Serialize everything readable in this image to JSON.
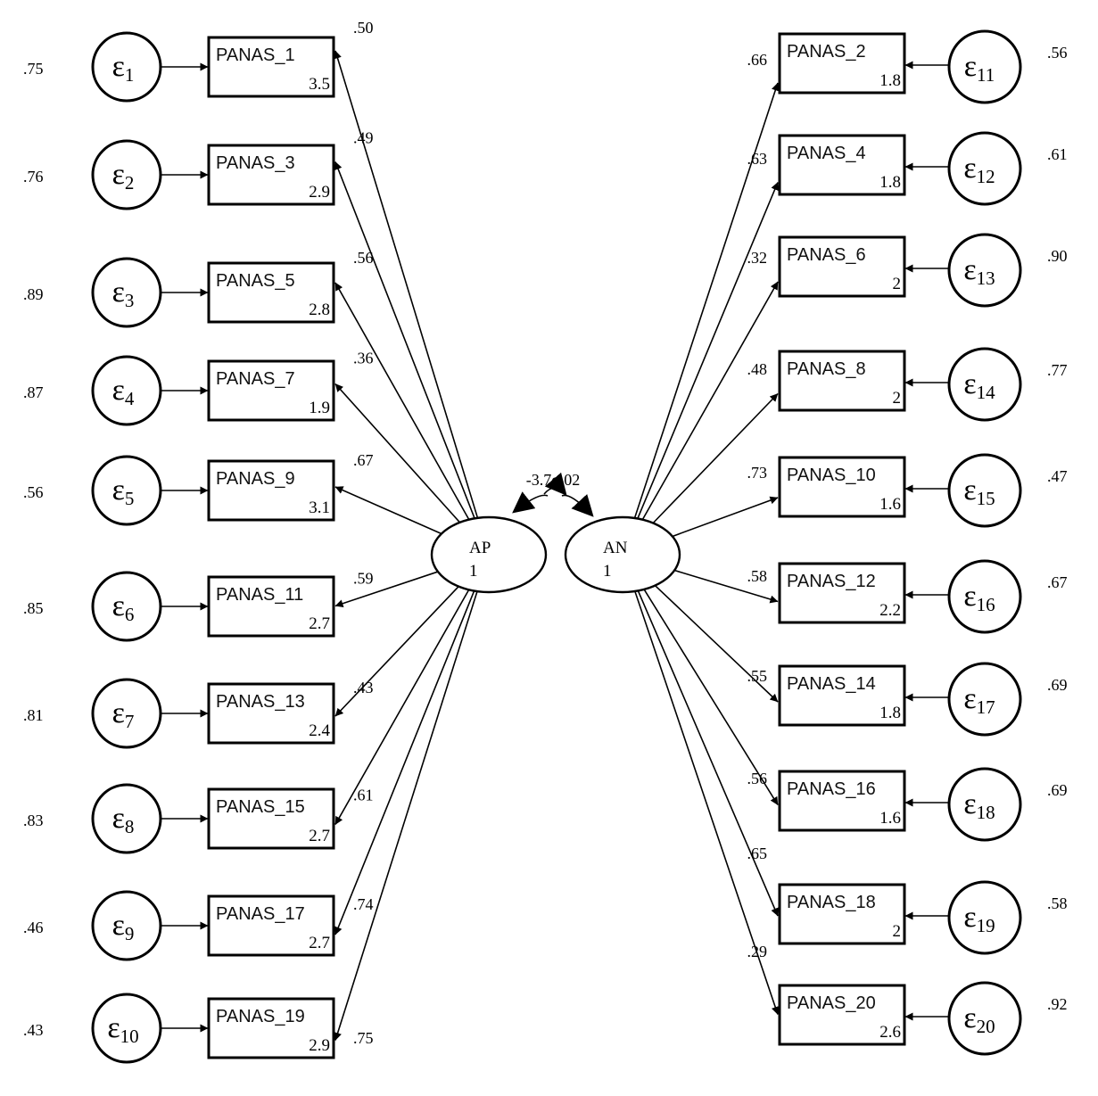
{
  "latents": [
    {
      "id": "AP",
      "name": "AP",
      "variance": "1"
    },
    {
      "id": "AN",
      "name": "AN",
      "variance": "1"
    }
  ],
  "covariance_label": "-3.7e-02",
  "error_symbol": "ε",
  "left_items": [
    {
      "name": "PANAS_1",
      "intercept": "3.5",
      "loading": ".50",
      "error": "1",
      "error_variance": ".75"
    },
    {
      "name": "PANAS_3",
      "intercept": "2.9",
      "loading": ".49",
      "error": "2",
      "error_variance": ".76"
    },
    {
      "name": "PANAS_5",
      "intercept": "2.8",
      "loading": ".56",
      "error": "3",
      "error_variance": ".89"
    },
    {
      "name": "PANAS_7",
      "intercept": "1.9",
      "loading": ".36",
      "error": "4",
      "error_variance": ".87"
    },
    {
      "name": "PANAS_9",
      "intercept": "3.1",
      "loading": ".67",
      "error": "5",
      "error_variance": ".56"
    },
    {
      "name": "PANAS_11",
      "intercept": "2.7",
      "loading": ".59",
      "error": "6",
      "error_variance": ".85"
    },
    {
      "name": "PANAS_13",
      "intercept": "2.4",
      "loading": ".43",
      "error": "7",
      "error_variance": ".81"
    },
    {
      "name": "PANAS_15",
      "intercept": "2.7",
      "loading": ".61",
      "error": "8",
      "error_variance": ".83"
    },
    {
      "name": "PANAS_17",
      "intercept": "2.7",
      "loading": ".74",
      "error": "9",
      "error_variance": ".46"
    },
    {
      "name": "PANAS_19",
      "intercept": "2.9",
      "loading": ".75",
      "error": "10",
      "error_variance": ".43"
    }
  ],
  "right_items": [
    {
      "name": "PANAS_2",
      "intercept": "1.8",
      "loading": ".66",
      "error": "11",
      "error_variance": ".56"
    },
    {
      "name": "PANAS_4",
      "intercept": "1.8",
      "loading": ".63",
      "error": "12",
      "error_variance": ".61"
    },
    {
      "name": "PANAS_6",
      "intercept": "2",
      "loading": ".32",
      "error": "13",
      "error_variance": ".90"
    },
    {
      "name": "PANAS_8",
      "intercept": "2",
      "loading": ".48",
      "error": "14",
      "error_variance": ".77"
    },
    {
      "name": "PANAS_10",
      "intercept": "1.6",
      "loading": ".73",
      "error": "15",
      "error_variance": ".47"
    },
    {
      "name": "PANAS_12",
      "intercept": "2.2",
      "loading": ".58",
      "error": "16",
      "error_variance": ".67"
    },
    {
      "name": "PANAS_14",
      "intercept": "1.8",
      "loading": ".55",
      "error": "17",
      "error_variance": ".69"
    },
    {
      "name": "PANAS_16",
      "intercept": "1.6",
      "loading": ".56",
      "error": "18",
      "error_variance": ".69"
    },
    {
      "name": "PANAS_18",
      "intercept": "2",
      "loading": ".65",
      "error": "19",
      "error_variance": ".58"
    },
    {
      "name": "PANAS_20",
      "intercept": "2.6",
      "loading": ".29",
      "error": "20",
      "error_variance": ".92"
    }
  ]
}
